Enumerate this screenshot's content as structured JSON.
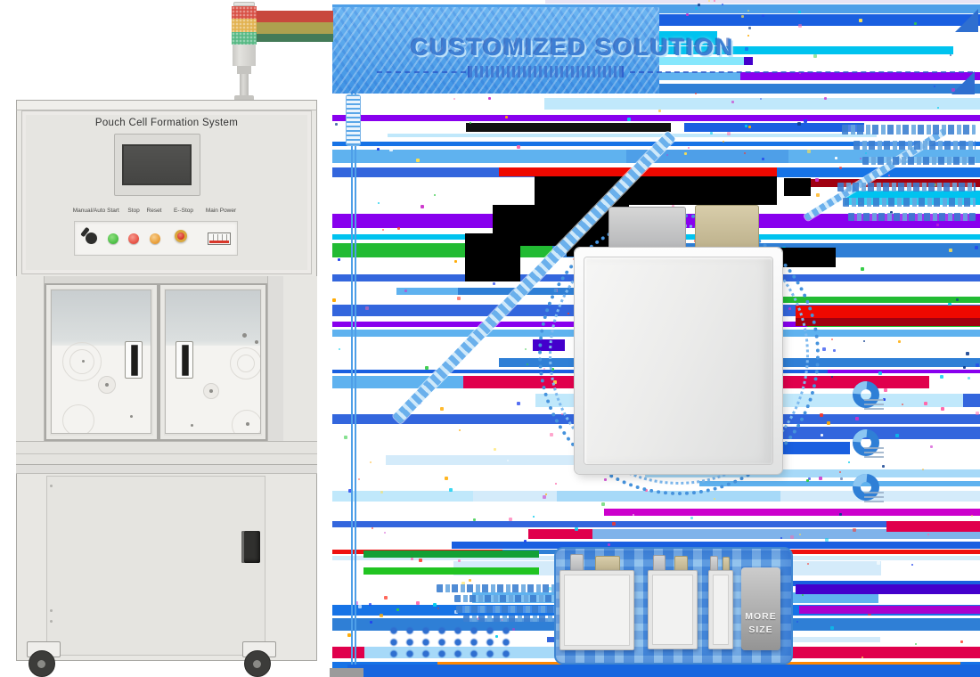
{
  "banner": {
    "title": "CUSTOMIZED SOLUTION"
  },
  "machine": {
    "title": "Pouch Cell Formation System",
    "control_labels": [
      "Manual/Auto",
      "Start",
      "Stop",
      "Reset",
      "E--Stop",
      "Main Power"
    ]
  },
  "size_panel": {
    "more_size_label": "MORE SIZE"
  },
  "colors": {
    "glitch_accent_blue": "#1673e6",
    "banner_blue": "#54a4e8",
    "bottom_bar_blue": "#1766df",
    "tower_red": "#d85045",
    "tower_amber": "#e2b250",
    "tower_green": "#57b984",
    "start_green": "#52c24a",
    "stop_red": "#e8574a",
    "reset_amber": "#eaa03c",
    "estop_red": "#d8372a",
    "negative_tab_silver": "#c4c5c7",
    "positive_tab_gold": "#cdc1a0"
  }
}
